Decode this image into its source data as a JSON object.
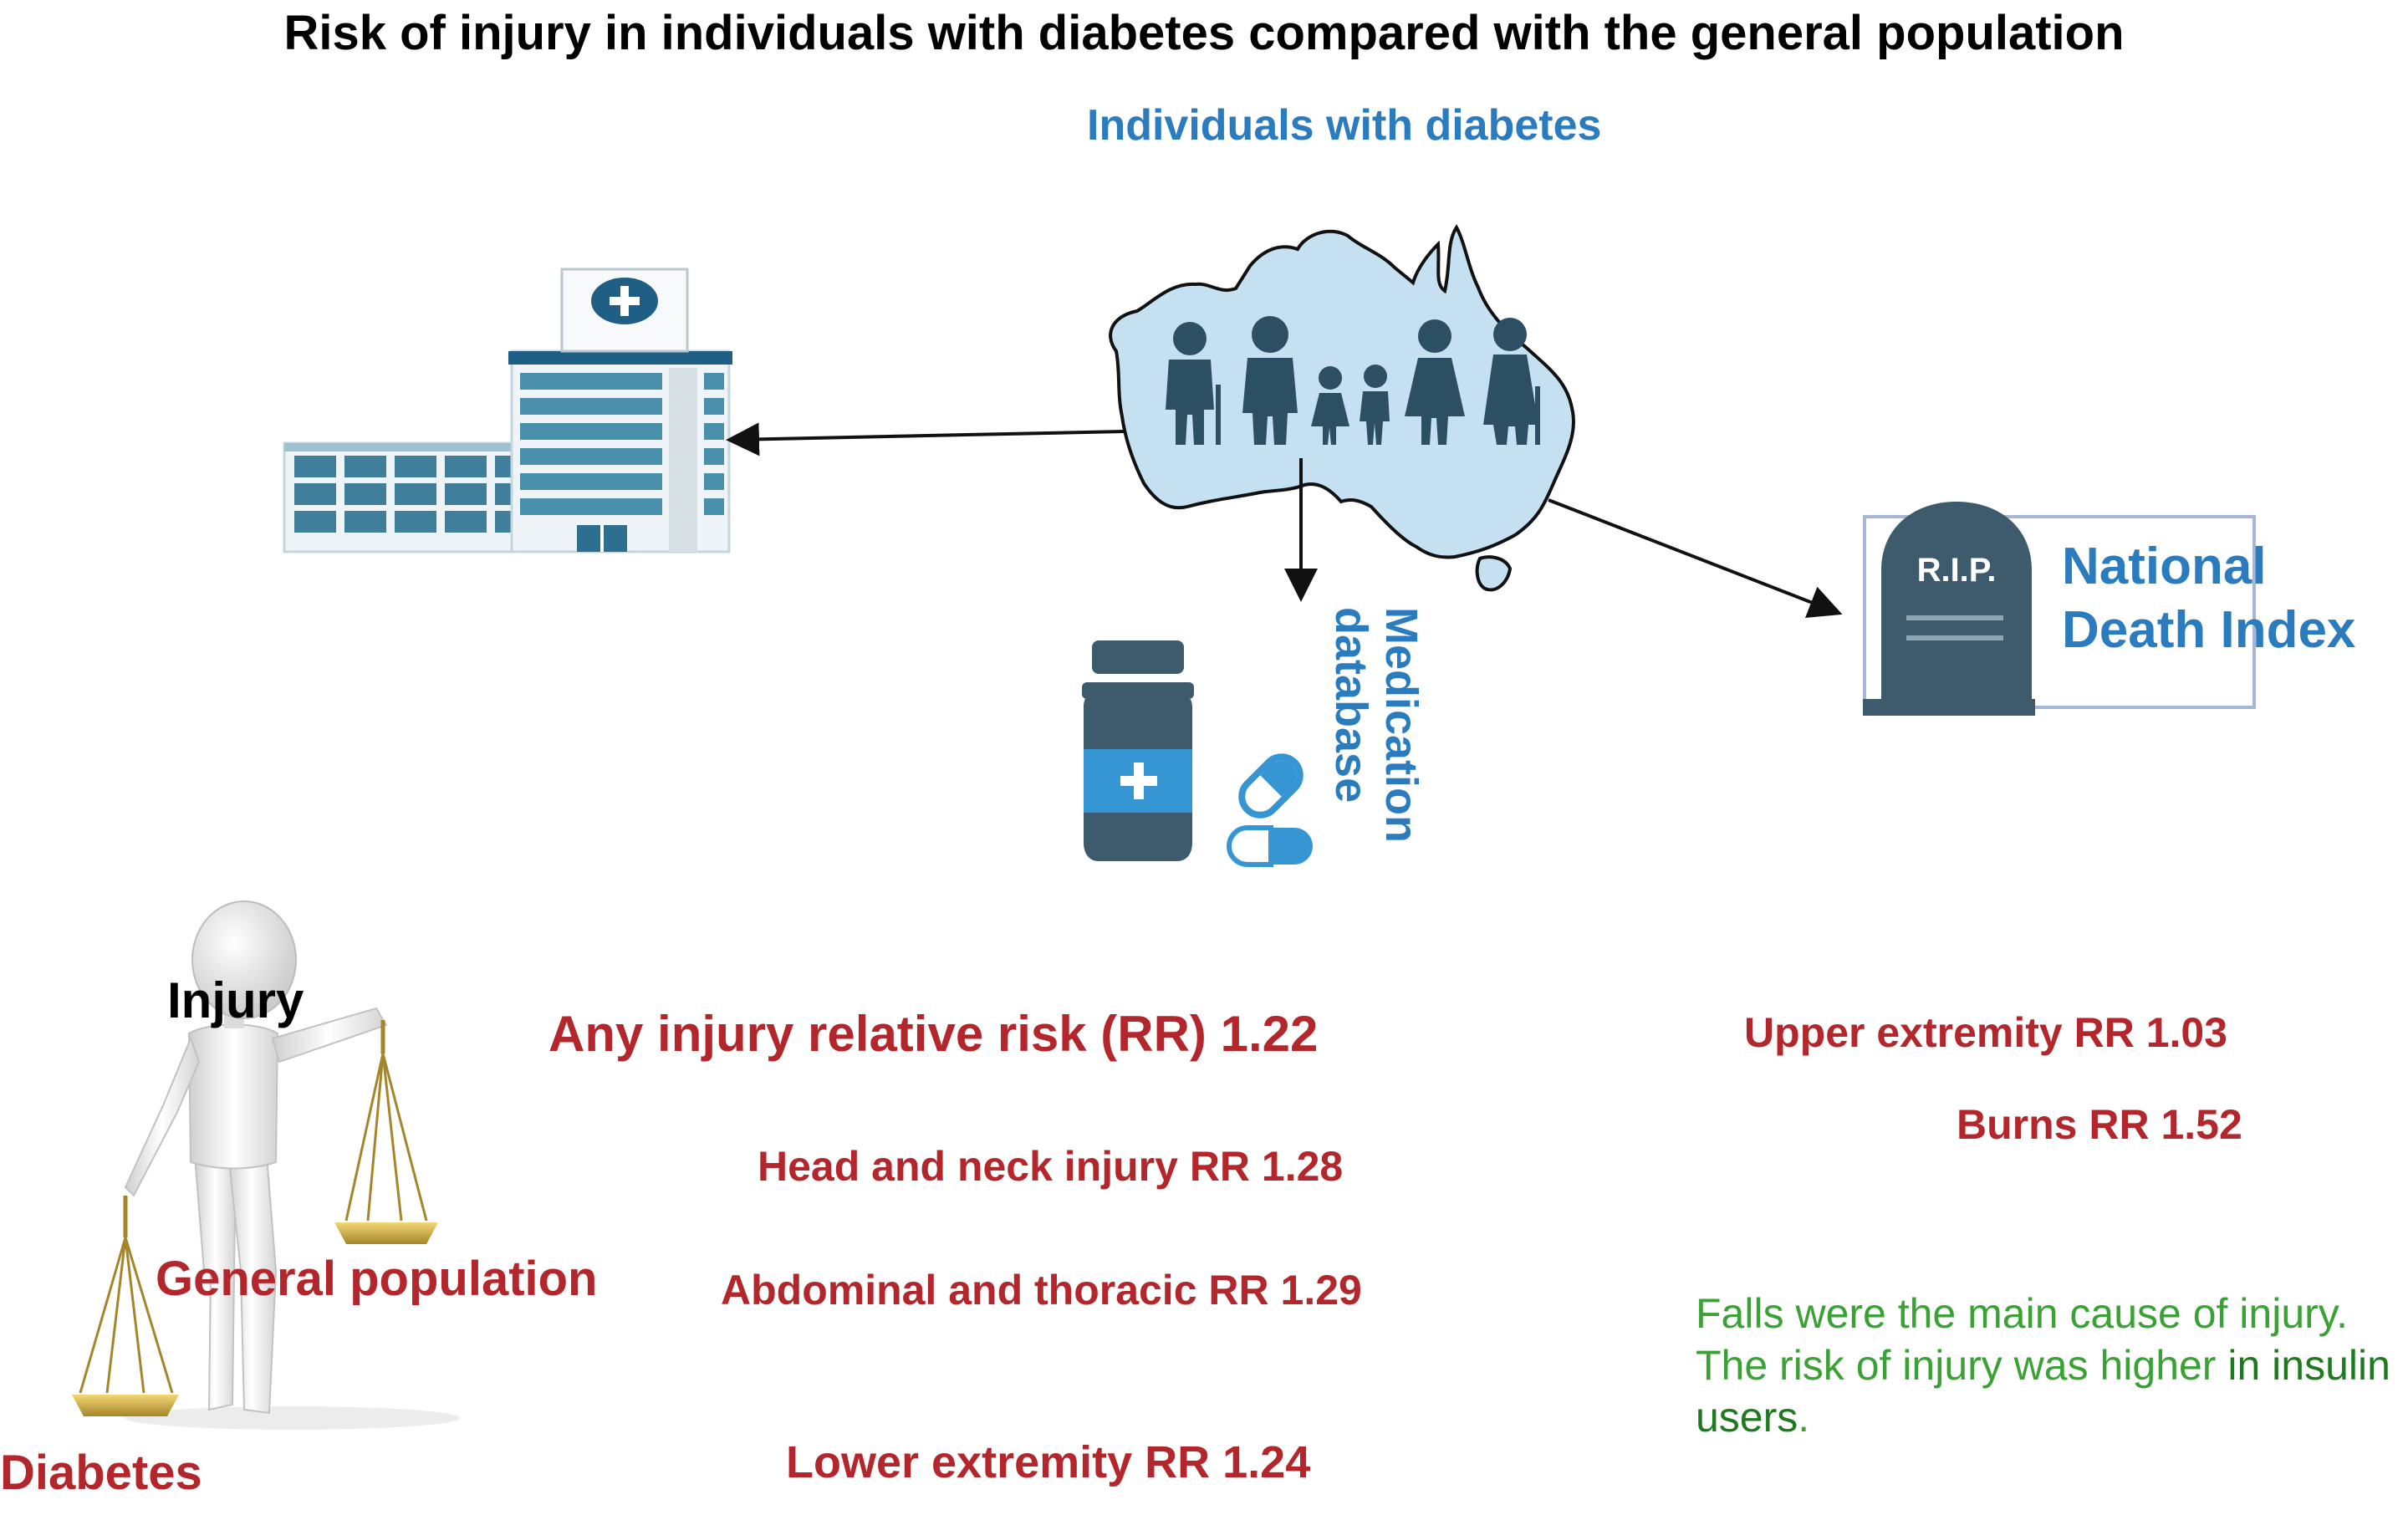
{
  "title": "Risk of injury in individuals with diabetes compared with the general population",
  "sources": {
    "population_label": "Individuals with diabetes",
    "medication_label": "Medication database",
    "death_index_label_line1": "National",
    "death_index_label_line2": "Death Index",
    "tombstone_text": "R.I.P."
  },
  "scale": {
    "head_label": "Injury",
    "beam_label": "General population",
    "pan_label": "Diabetes"
  },
  "results": {
    "any_injury": "Any injury relative risk (RR) 1.22",
    "head_neck": "Head and neck injury RR 1.28",
    "abdominal": "Abdominal and thoracic RR 1.29",
    "lower_extremity": "Lower extremity RR 1.24",
    "upper_extremity": "Upper extremity RR 1.03",
    "burns": "Burns RR 1.52"
  },
  "note": {
    "part1": "Falls were the main cause of injury. The risk of injury was higher ",
    "part2": "in insulin users",
    "part3": "."
  },
  "colors": {
    "result_red": "#b3272c",
    "label_blue": "#2b7bbf",
    "note_green": "#3aa135",
    "note_dark_green": "#1e7a1e"
  }
}
